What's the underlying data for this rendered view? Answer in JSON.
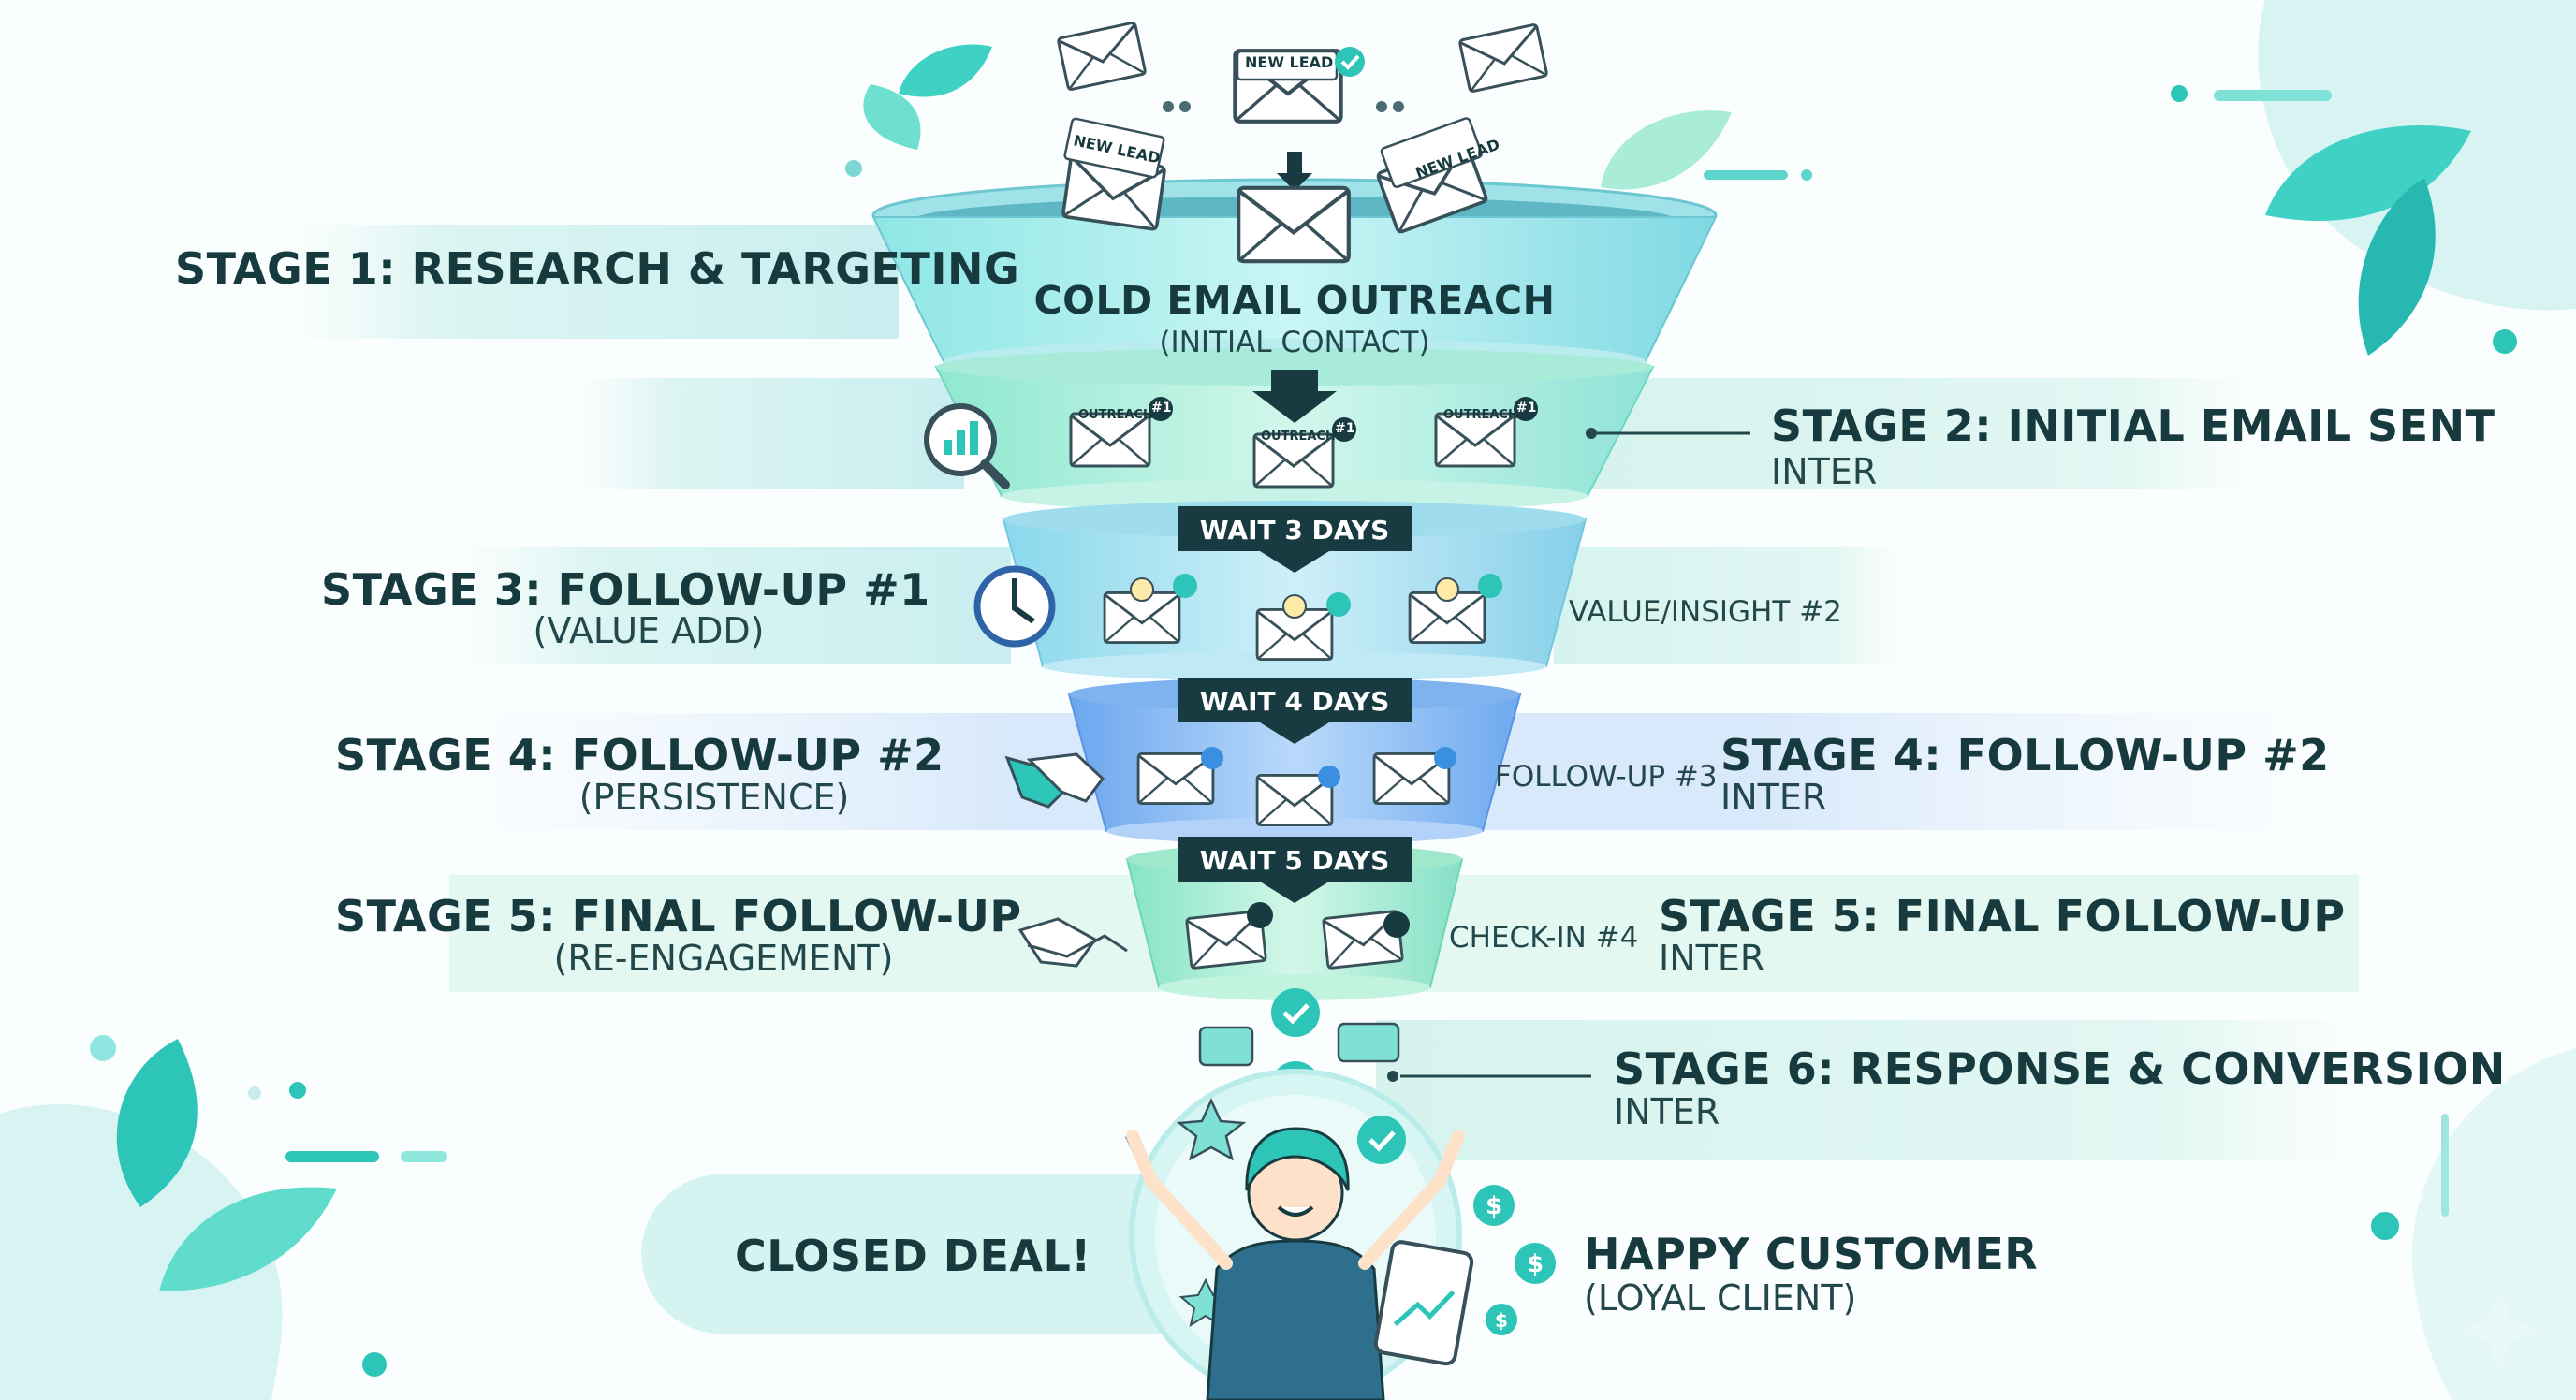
{
  "funnel": {
    "top_title": "COLD EMAIL OUTREACH",
    "top_subtitle": "(INITIAL CONTACT)",
    "new_lead_tag": "NEW LEAD",
    "outreach_tag": "OUTREACH",
    "outreach_number": "#1",
    "waits": [
      "WAIT 3 DAYS",
      "WAIT 4 DAYS",
      "WAIT 5 DAYS"
    ]
  },
  "stages": [
    {
      "title": "STAGE 1: RESEARCH & TARGETING"
    },
    {
      "title": "STAGE 2: INITIAL EMAIL SENT",
      "subtitle": "INTER"
    },
    {
      "title": "STAGE 3: FOLLOW-UP #1",
      "subtitle": "(VALUE ADD)",
      "side_note": "VALUE/INSIGHT #2"
    },
    {
      "title": "STAGE 4: FOLLOW-UP #2",
      "subtitle": "(PERSISTENCE)",
      "side_note": "FOLLOW-UP #3",
      "right_title": "STAGE 4: FOLLOW-UP #2",
      "right_subtitle": "INTER"
    },
    {
      "title": "STAGE 5: FINAL FOLLOW-UP",
      "subtitle": "(RE-ENGAGEMENT)",
      "side_note": "CHECK-IN #4",
      "right_title": "STAGE 5: FINAL FOLLOW-UP",
      "right_subtitle": "INTER"
    },
    {
      "title": "STAGE 6: RESPONSE & CONVERSION",
      "subtitle": "INTER"
    }
  ],
  "outcome": {
    "closed_deal": "CLOSED DEAL!",
    "customer_title": "HAPPY CUSTOMER",
    "customer_subtitle": "(LOYAL CLIENT)"
  },
  "colors": {
    "dark_text": "#163a3e",
    "teal": "#2cc5b8",
    "aqua": "#7fe0e4",
    "blue": "#6aa8f0",
    "mint": "#b9f0d9"
  }
}
